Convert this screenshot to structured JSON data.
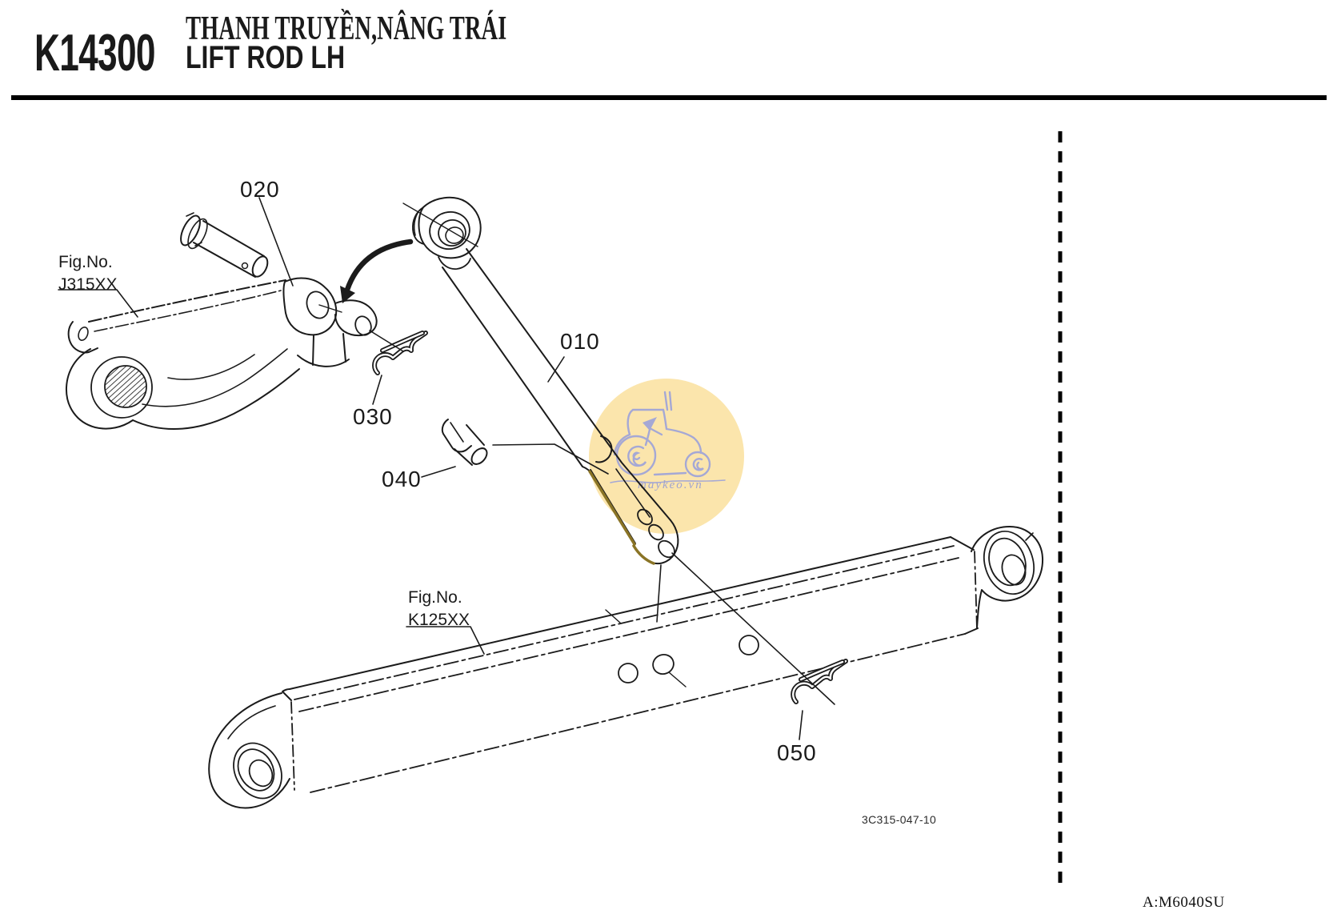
{
  "header": {
    "code": "K14300",
    "title_primary": "THANH TRUYỀN,NÂNG TRÁI",
    "title_secondary": "LIFT ROD LH"
  },
  "parts": {
    "p010": "010",
    "p020": "020",
    "p030": "030",
    "p040": "040",
    "p050": "050"
  },
  "fig_refs": {
    "ref1": {
      "prefix": "Fig.No.",
      "number": "J315XX"
    },
    "ref2": {
      "prefix": "Fig.No.",
      "number": "K125XX"
    }
  },
  "footer": {
    "drawing_number": "3C315-047-10",
    "sheet_code": "A:M6040SU"
  },
  "watermark": {
    "text": "maykeo.vn",
    "circle_color": "#FBE5AC",
    "line_color": "#A5A8D5",
    "text_color": "#9FA3CF"
  },
  "colors": {
    "line": "#1b1b1b",
    "highlight_edge": "#8A7426"
  }
}
